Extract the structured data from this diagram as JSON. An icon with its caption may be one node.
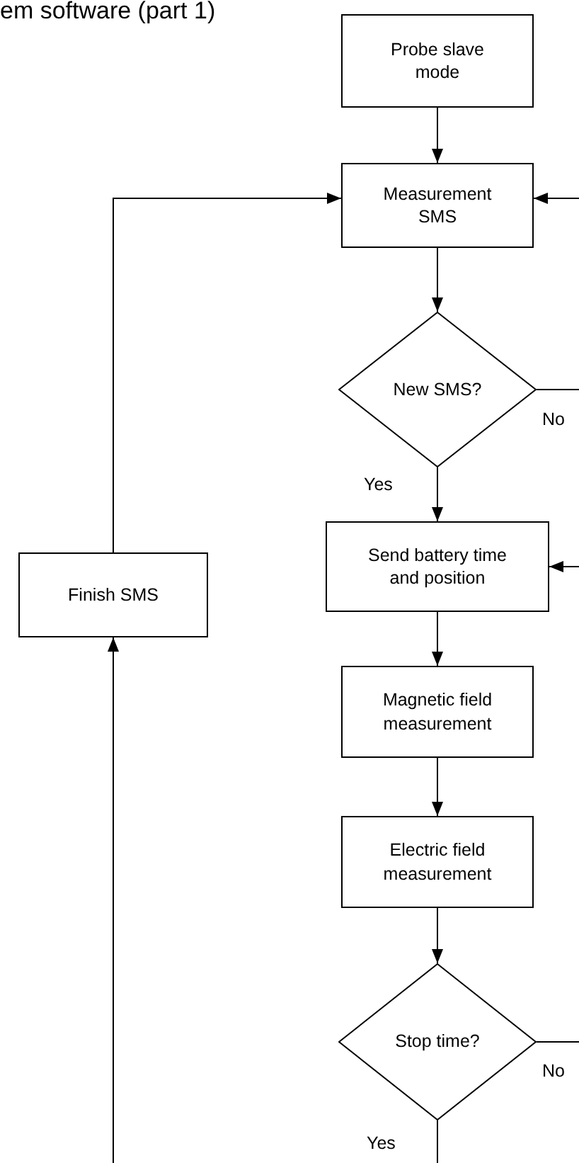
{
  "diagram": {
    "title": "em software (part 1)",
    "nodes": [
      {
        "text": [
          "Probe slave mode"
        ]
      },
      {
        "text": [
          "Measurement SMS"
        ]
      },
      {
        "text": [
          "New SMS?"
        ]
      },
      {
        "text": [
          "Send battery time and position"
        ]
      },
      {
        "text": [
          "Magnetic field measurement"
        ]
      },
      {
        "text": [
          "Electric field measurement"
        ]
      },
      {
        "text": [
          "Stop time?"
        ]
      },
      {
        "text": [
          "Finish SMS"
        ]
      }
    ],
    "edges": [
      {
        "from": 0,
        "to": 1,
        "arrow": "to"
      },
      {
        "from": 1,
        "to": 2,
        "arrow": "to"
      },
      {
        "from": 2,
        "to": 3,
        "arrow": "to",
        "label": "Yes"
      },
      {
        "from": 3,
        "to": 4,
        "arrow": "to"
      },
      {
        "from": 4,
        "to": 5,
        "arrow": "to"
      },
      {
        "from": 5,
        "to": 6,
        "arrow": "to"
      },
      {
        "from": 7,
        "to": 1,
        "arrow": "to"
      },
      {
        "from": null,
        "to": 1,
        "arrow": "to"
      },
      {
        "from": 2,
        "to": null,
        "arrow": "none",
        "label": "No"
      },
      {
        "from": null,
        "to": 3,
        "arrow": "to"
      },
      {
        "from": 6,
        "to": null,
        "arrow": "none",
        "label": "No"
      },
      {
        "from": 6,
        "to": null,
        "arrow": "none",
        "label": "Yes"
      },
      {
        "from": null,
        "to": 7,
        "arrow": "to"
      }
    ]
  }
}
